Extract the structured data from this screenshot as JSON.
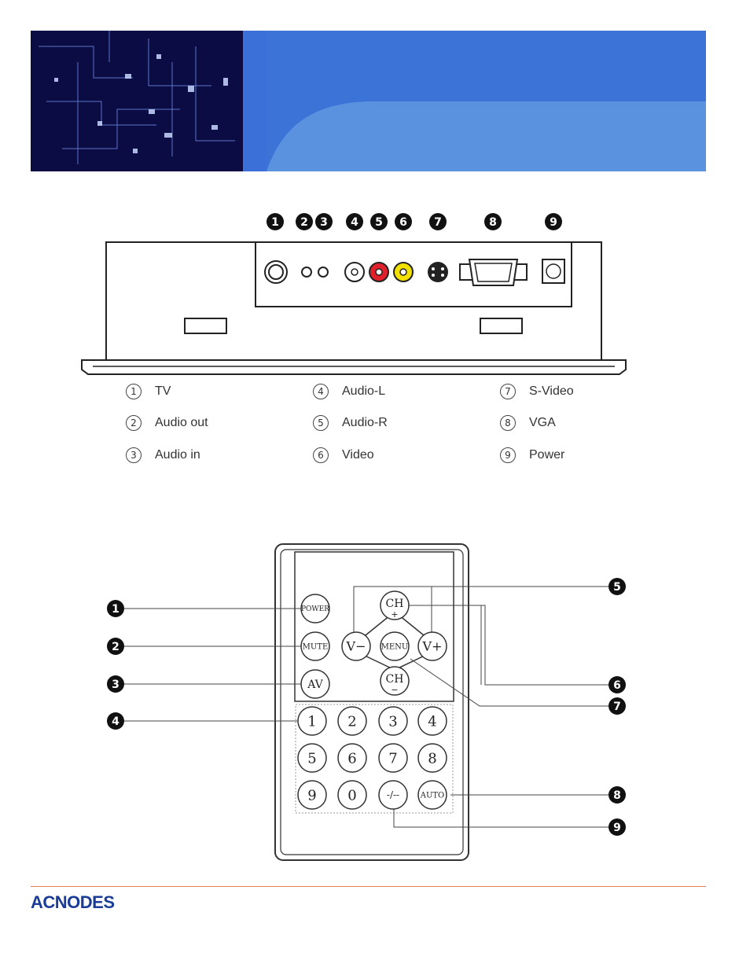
{
  "brand": {
    "name": "ACNODES",
    "rule_color": "#e08050"
  },
  "banner": {
    "colors": {
      "left": "#16137a",
      "right": "#4a86dc"
    }
  },
  "rear_panel": {
    "markers": [
      "1",
      "2",
      "3",
      "4",
      "5",
      "6",
      "7",
      "8",
      "9"
    ]
  },
  "legend": [
    {
      "num": "1",
      "label": "TV"
    },
    {
      "num": "2",
      "label": "Audio out"
    },
    {
      "num": "3",
      "label": "Audio in"
    },
    {
      "num": "4",
      "label": "Audio-L"
    },
    {
      "num": "5",
      "label": "Audio-R"
    },
    {
      "num": "6",
      "label": "Video"
    },
    {
      "num": "7",
      "label": "S-Video"
    },
    {
      "num": "8",
      "label": "VGA"
    },
    {
      "num": "9",
      "label": "Power"
    }
  ],
  "remote": {
    "buttons": {
      "power": "POWER",
      "mute": "MUTE",
      "av": "AV",
      "ch_plus": "CH",
      "ch_plus_sign": "+",
      "ch_minus": "CH",
      "ch_minus_sign": "−",
      "v_minus": "V−",
      "v_plus": "V+",
      "menu": "MENU",
      "digits": [
        "1",
        "2",
        "3",
        "4",
        "5",
        "6",
        "7",
        "8",
        "9",
        "0"
      ],
      "dash": "-/--",
      "auto": "AUTO"
    },
    "callouts": [
      "1",
      "2",
      "3",
      "4",
      "5",
      "6",
      "7",
      "8",
      "9"
    ]
  }
}
